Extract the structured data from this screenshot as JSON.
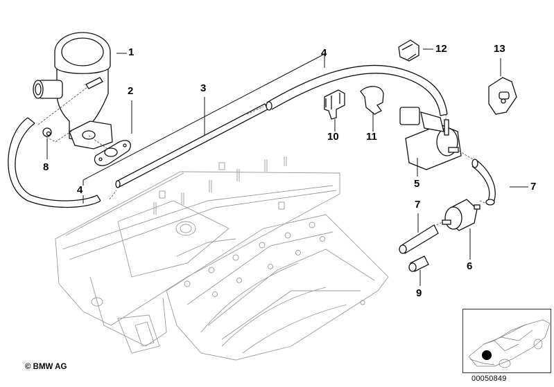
{
  "diagram": {
    "title": "Vacuum control / secondary air system parts diagram",
    "callouts": [
      {
        "id": "c1",
        "label": "1",
        "part": "secondary-air-valve"
      },
      {
        "id": "c2",
        "label": "2",
        "part": "gasket"
      },
      {
        "id": "c3",
        "label": "3",
        "part": "vacuum-hose"
      },
      {
        "id": "c4a",
        "label": "4",
        "part": "vacuum-hose-upper"
      },
      {
        "id": "c4b",
        "label": "4",
        "part": "vacuum-hose-lower"
      },
      {
        "id": "c5",
        "label": "5",
        "part": "solenoid-valve"
      },
      {
        "id": "c6",
        "label": "6",
        "part": "non-return-valve"
      },
      {
        "id": "c7a",
        "label": "7",
        "part": "hose-bend"
      },
      {
        "id": "c7b",
        "label": "7",
        "part": "hose-straight"
      },
      {
        "id": "c8",
        "label": "8",
        "part": "nut"
      },
      {
        "id": "c9",
        "label": "9",
        "part": "hose-sleeve"
      },
      {
        "id": "c10",
        "label": "10",
        "part": "hose-clip"
      },
      {
        "id": "c11",
        "label": "11",
        "part": "clamp"
      },
      {
        "id": "c12",
        "label": "12",
        "part": "holder-clip"
      },
      {
        "id": "c13",
        "label": "13",
        "part": "bracket"
      }
    ],
    "copyright": "© BMW AG",
    "reference_number": "00050849",
    "inset_marker_color": "#000000"
  }
}
